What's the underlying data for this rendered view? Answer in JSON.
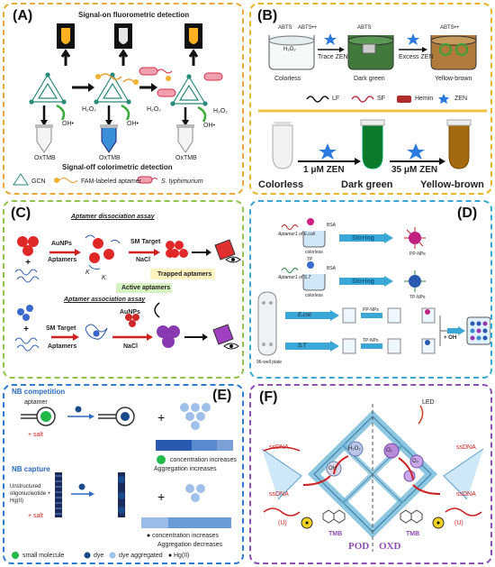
{
  "panels": {
    "a": {
      "label": "(A)",
      "top_title": "Signal-on fluorometric detection",
      "bottom_title": "Signal-off colorimetric detection",
      "h2o2": "H₂O₂",
      "oh": "OH•",
      "oxtmb": "OxTMB",
      "legend": [
        "GCN",
        "FAM-labeled aptamer",
        "S. typhimurium"
      ]
    },
    "b": {
      "label": "(B)",
      "abts": "ABTS",
      "abts_plus": "ABTS•+",
      "h2o2": "H₂O₂",
      "trace": "Trace ZEN",
      "excess": "Excess ZEN",
      "states": [
        "Colorless",
        "Dark green",
        "Yellow-brown"
      ],
      "legend": [
        "LF",
        "SF",
        "Hemin",
        "ZEN"
      ],
      "conc1": "1 μM ZEN",
      "conc2": "35 μM ZEN"
    },
    "c": {
      "label": "(C)",
      "title1": "Aptamer dissociation assay",
      "title2": "Aptamer association assay",
      "aunps": "AuNPs",
      "aptamers": "Aptamers",
      "sm_target": "SM Target",
      "nacl": "NaCl",
      "koff": "K",
      "kon": "K",
      "trapped": "Trapped aptamers",
      "active": "Active aptamers"
    },
    "d": {
      "label": "(D)",
      "apt1": "Aptamer1 of E.coli",
      "apt2": "Aptamer1 of S.T",
      "bsa": "BSA",
      "tp": "TP",
      "colorless": "colorless",
      "stirring": "Stirring",
      "pp": "PP-NPs",
      "tpnp": "TP-NPs",
      "ecoli": "E.coli",
      "st": "S.T",
      "plate": "96-well plate",
      "oh": "+ OH"
    },
    "e": {
      "label": "(E)",
      "nb_comp": "NB competition",
      "aptamer": "aptamer",
      "salt": "+ salt",
      "conc_inc": "concentration increases",
      "agg_inc": "Aggregation increases",
      "nb_cap": "NB capture",
      "unstructured": "Unstructured oligonucleotide + Hg(II)",
      "conc_inc2": "concentration increases",
      "agg_dec": "Aggregation decreases",
      "legend": [
        "small molecule",
        "dye",
        "dye aggregated",
        "Hg(II)"
      ]
    },
    "f": {
      "label": "(F)",
      "led": "LED",
      "ssdna": "ssDNA",
      "u": "(U)",
      "h2o2": "H₂O₂",
      "oh": "OH",
      "o2": "O₂",
      "tmb": "TMB",
      "pod": "POD",
      "oxd": "OXD"
    }
  },
  "colors": {
    "orange": "#e8a93a",
    "yellow": "#e8b52a",
    "green": "#8fc54a",
    "cyan": "#3aa7d6",
    "blue": "#2f7bd1",
    "purple": "#8f4fb3"
  }
}
